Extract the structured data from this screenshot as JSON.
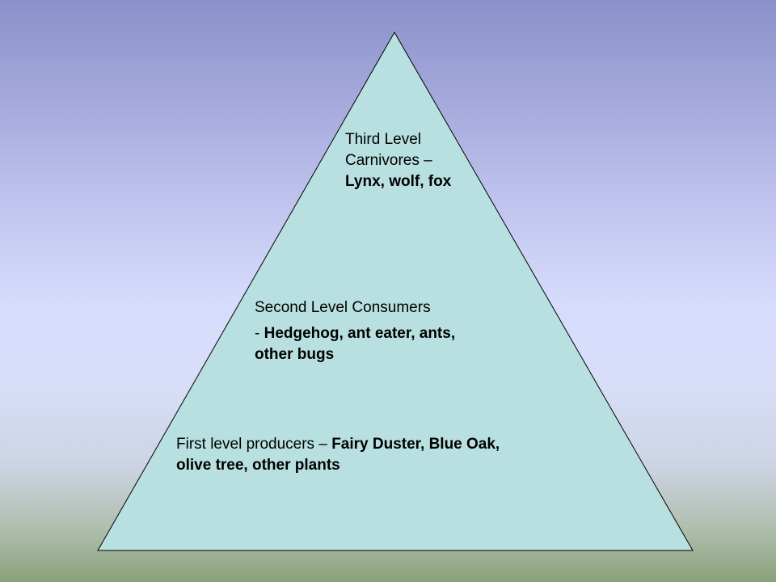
{
  "pyramid": {
    "fill_color": "#b9e0e0",
    "stroke_color": "#000000",
    "level_3": {
      "line1": "Third Level",
      "line2_prefix": "Carnivores –",
      "line3_examples": "Lynx, wolf, fox"
    },
    "level_2": {
      "title": "Second Level Consumers",
      "dash": "- ",
      "examples_line1": "Hedgehog, ant eater, ants,",
      "examples_line2": "other bugs"
    },
    "level_1": {
      "prefix": "First level producers – ",
      "examples_line1": "Fairy Duster, Blue Oak,",
      "examples_line2": "olive tree, other plants"
    }
  }
}
